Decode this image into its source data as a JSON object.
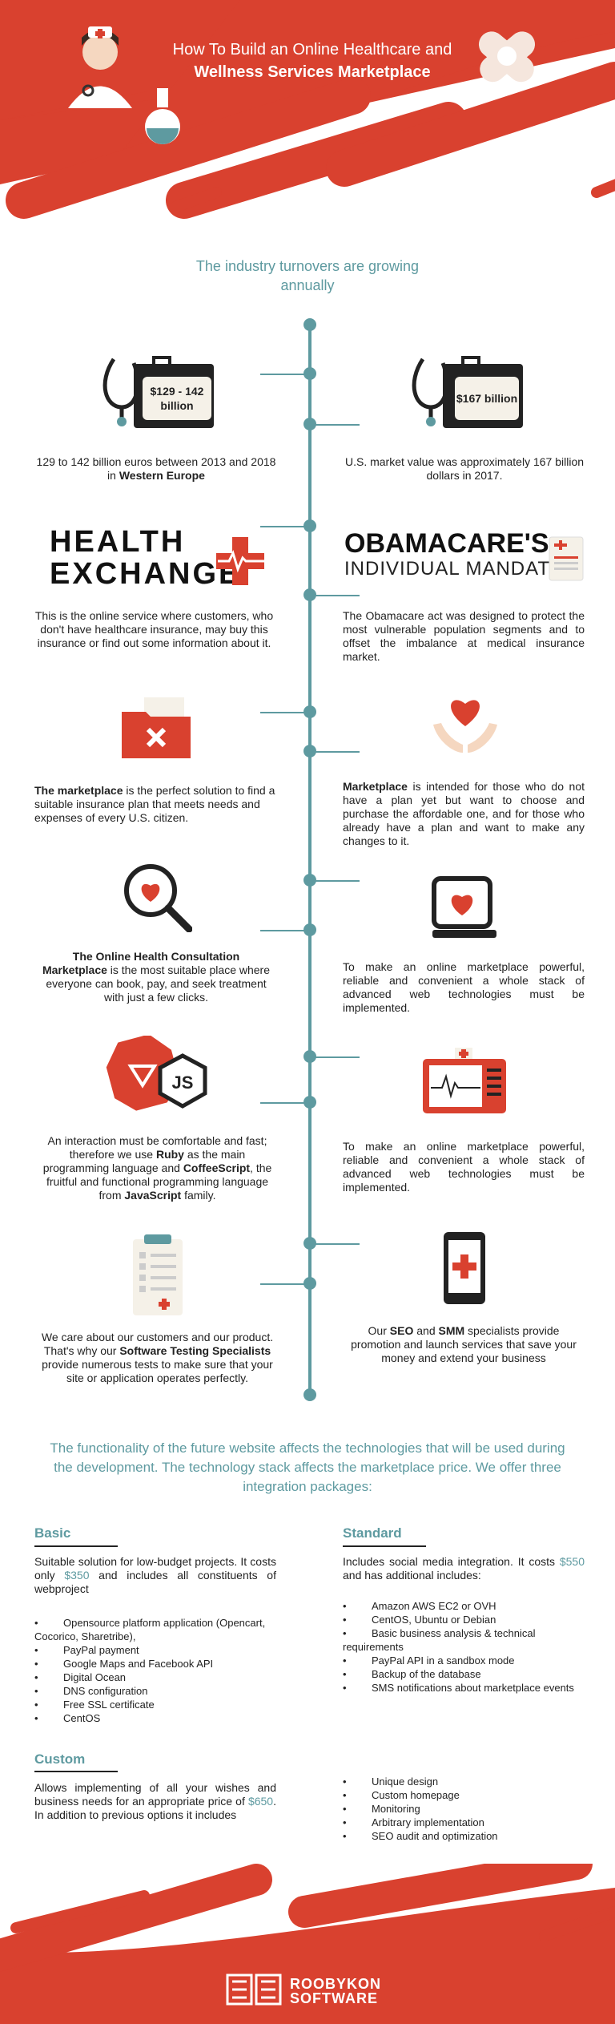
{
  "header": {
    "title_line1": "How To Build an Online Healthcare and",
    "title_line2": "Wellness Services Marketplace"
  },
  "subtitle": "The industry turnovers are growing annually",
  "items": {
    "eu_price": "$129 - 142 billion",
    "eu_text_pre": "129 to 142 billion euros between 2013 and 2018 in ",
    "eu_text_bold": "Western Europe",
    "us_price": "$167 billion",
    "us_text": "U.S. market value was approximately 167 billion dollars in 2017.",
    "he_line1": "HEALTH",
    "he_line2": "EXCHANGE",
    "he_text": "This is the online service where customers, who don't have healthcare insurance, may buy this insurance or find out some information about it.",
    "ob_line1": "OBAMACARE'S",
    "ob_line2": "INDIVIDUAL MANDATE",
    "ob_text": "The Obamacare act was designed to protect the most vulnerable population segments and to offset the imbalance at medical insurance market.",
    "mp_bold": "The marketplace",
    "mp_text": " is the perfect solution to find a suitable insurance plan that meets needs and expenses of every U.S. citizen.",
    "mp2_bold": "Marketplace",
    "mp2_text": " is intended for those who do not have a plan yet but want to choose and purchase the affordable one, and for those who already have a plan and want to make any changes to it.",
    "cons_bold": "The Online Health Consultation Marketplace",
    "cons_text": " is the most suitable place where everyone can book, pay, and seek treatment with just a few clicks.",
    "stack_text": "To make an online marketplace powerful, reliable and convenient a whole stack of advanced web technologies must be implemented.",
    "ruby_pre": "An interaction must be comfortable and fast; therefore we use ",
    "ruby_b1": "Ruby",
    "ruby_mid": " as the main programming language and ",
    "ruby_b2": "CoffeeScript",
    "ruby_mid2": ", the fruitful and functional programming language from ",
    "ruby_b3": "JavaScript",
    "ruby_end": " family.",
    "stack_text2": "To make an online marketplace powerful, reliable and convenient a whole stack of advanced web technologies must be implemented.",
    "test_pre": "We care about our customers and our product. That's why our ",
    "test_bold": "Software Testing Specialists",
    "test_end": " provide numerous tests to make sure that your site or application operates perfectly.",
    "seo_pre": "Our ",
    "seo_b1": "SEO",
    "seo_and": " and ",
    "seo_b2": "SMM",
    "seo_end": " specialists provide promotion and launch services that save your money and extend your business"
  },
  "functionality": "The functionality of the future website affects the technologies that will be used during the development. The technology stack affects the marketplace price. We offer three integration packages:",
  "packages": {
    "basic": {
      "title": "Basic",
      "desc_pre": "Suitable solution for low-budget projects. It costs only ",
      "price": "$350",
      "desc_post": " and includes all constituents of webproject",
      "items": [
        "Opensource platform application (Opencart, Cocorico, Sharetribe),",
        "PayPal payment",
        "Google Maps and Facebook API",
        "Digital Ocean",
        "DNS configuration",
        "Free SSL certificate",
        "CentOS"
      ]
    },
    "standard": {
      "title": "Standard",
      "desc_pre": "Includes social media integration. It costs ",
      "price": "$550",
      "desc_post": " and has additional includes:",
      "items": [
        "Amazon AWS EC2 or OVH",
        "CentOS, Ubuntu or Debian",
        "Basic business analysis & technical requirements",
        "PayPal API in a sandbox mode",
        "Backup of the database",
        "SMS notifications about marketplace events"
      ]
    },
    "custom": {
      "title": "Custom",
      "desc_pre": "Allows implementing of all your wishes and business needs for an appropriate price of ",
      "price": "$650",
      "desc_post": ". In addition to previous options it includes",
      "items": [
        "Unique design",
        "Custom homepage",
        "Monitoring",
        "Arbitrary implementation",
        "SEO audit and optimization"
      ]
    }
  },
  "footer": {
    "brand_line1": "ROOBYKON",
    "brand_line2": "SOFTWARE"
  },
  "colors": {
    "red": "#d9412f",
    "teal": "#5e9aa0"
  }
}
